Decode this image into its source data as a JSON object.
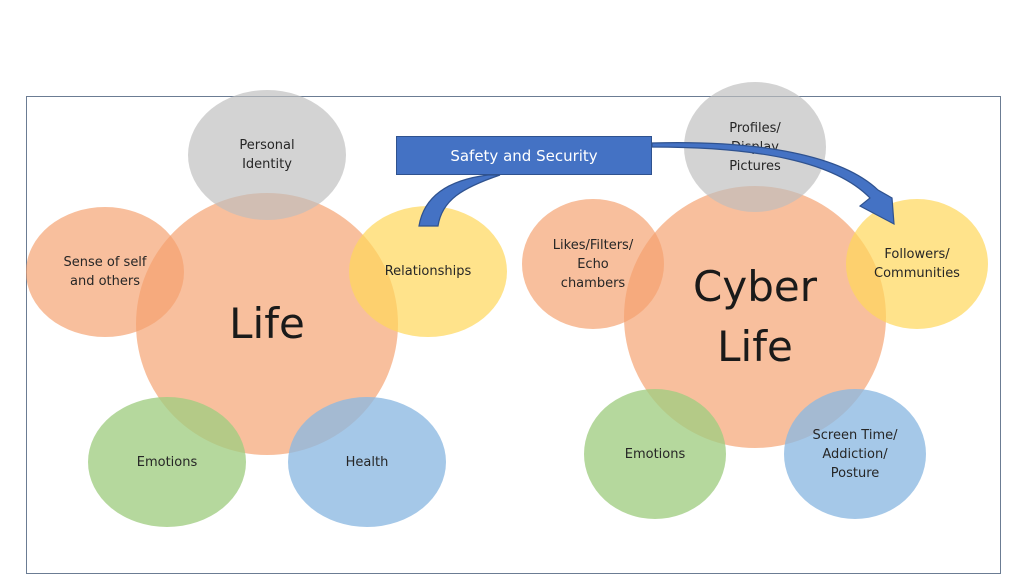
{
  "banner": {
    "label": "Safety and Security"
  },
  "life": {
    "center": "Life",
    "identity": "Personal\nIdentity",
    "sense": "Sense of self\nand others",
    "relationships": "Relationships",
    "emotions": "Emotions",
    "health": "Health"
  },
  "cyber": {
    "center": "Cyber\nLife",
    "profiles": "Profiles/\nDisplay\nPictures",
    "likes": "Likes/Filters/\nEcho\nchambers",
    "followers": "Followers/\nCommunities",
    "emotions": "Emotions",
    "screen": "Screen Time/\nAddiction/\nPosture"
  },
  "colors": {
    "orange": "#f4a06e",
    "grey": "#bebebe",
    "yellow": "#ffd75a",
    "blue": "#8cb9e1",
    "green": "#a0cd82",
    "arrow": "#4472c4"
  }
}
